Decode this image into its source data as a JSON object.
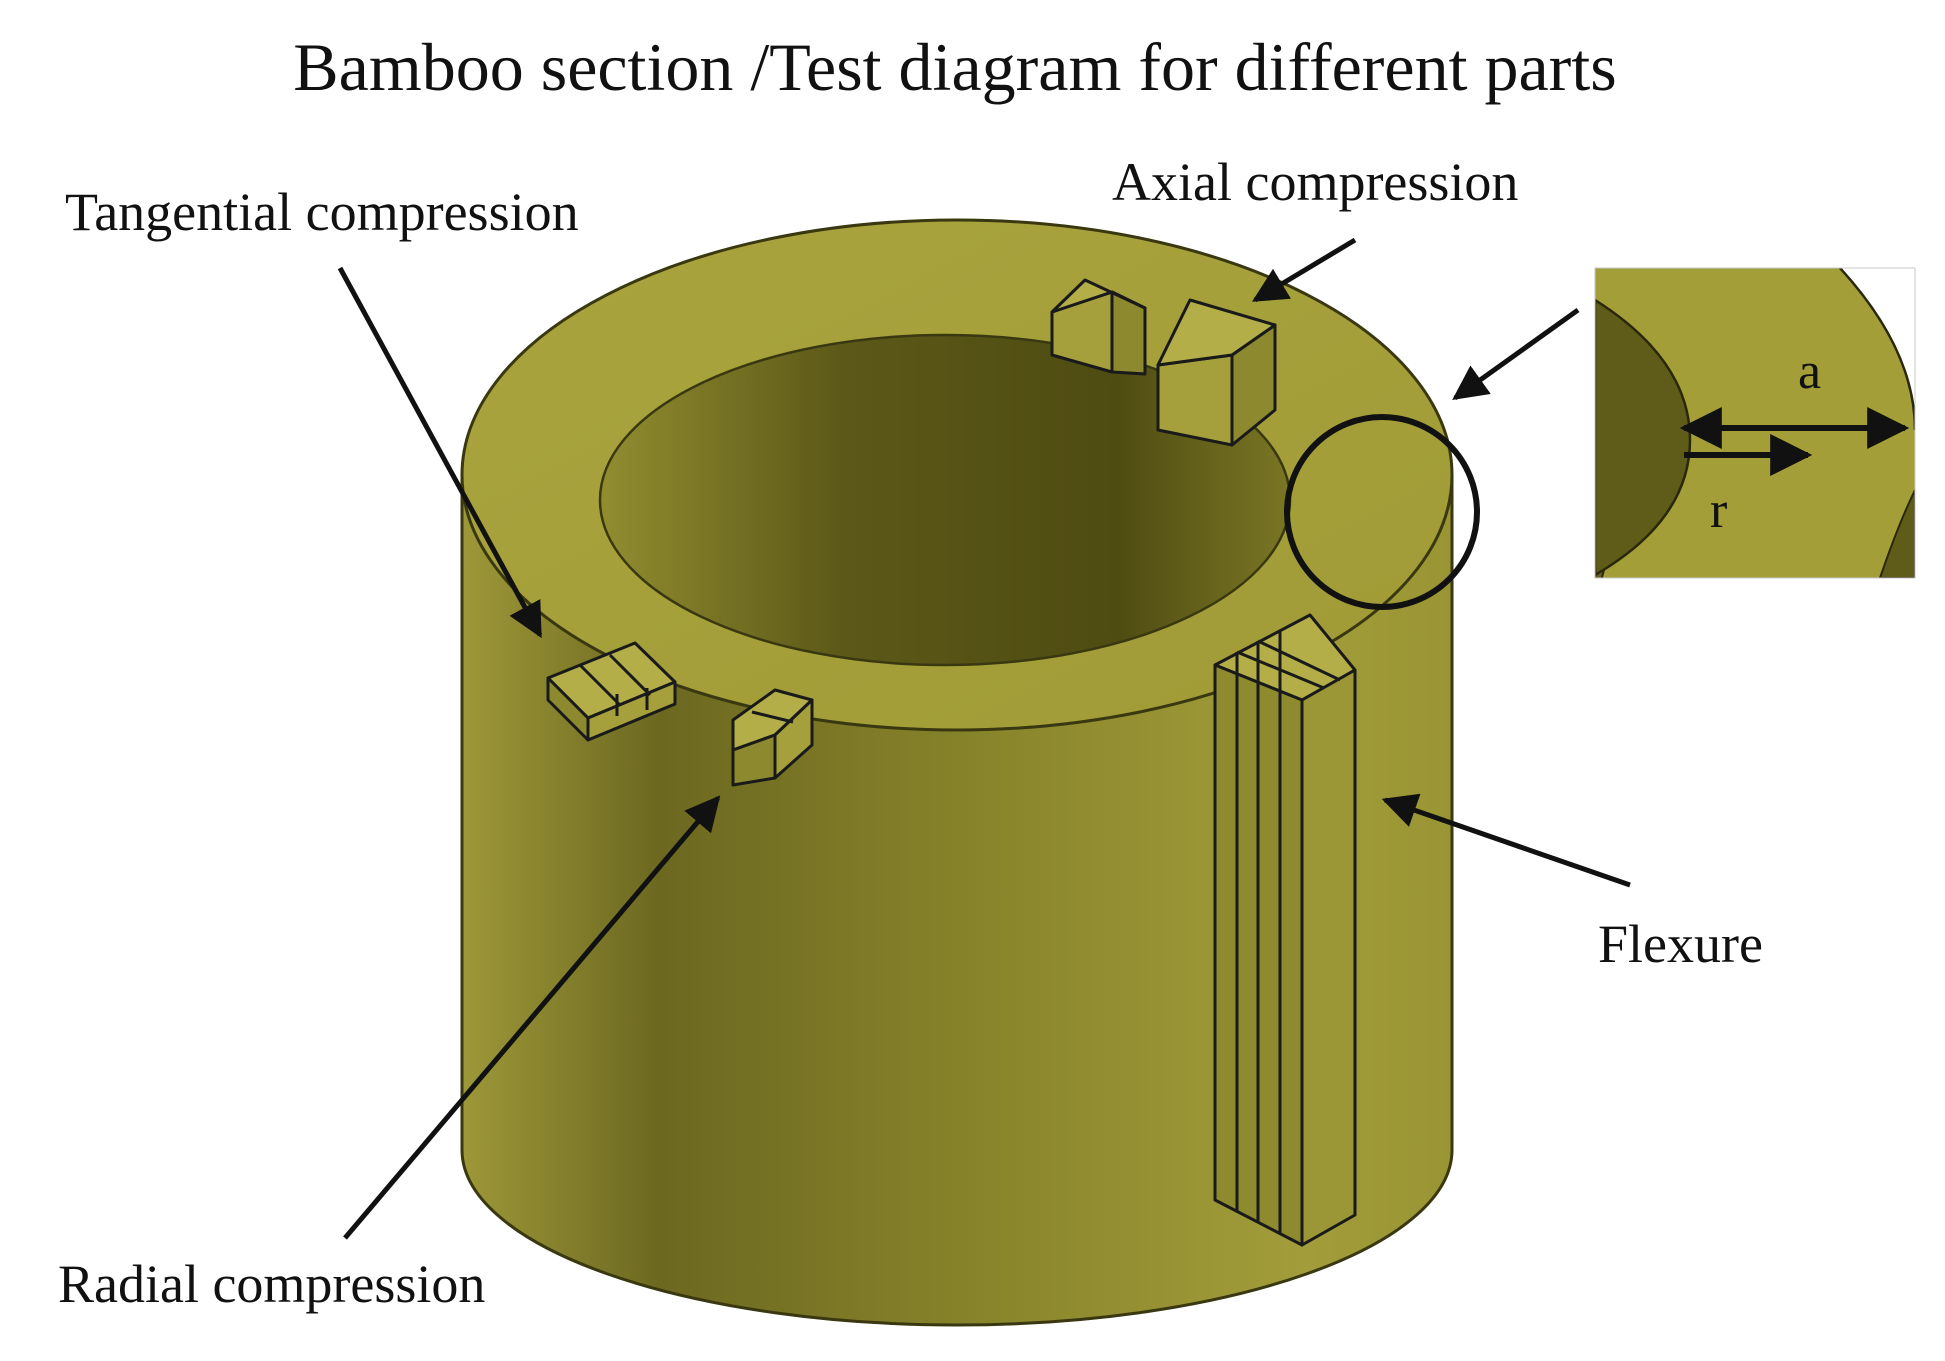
{
  "title": "Bamboo section /Test diagram for different parts",
  "labels": {
    "tangential": "Tangential compression",
    "axial": "Axial compression",
    "radial": "Radial compression",
    "flexure": "Flexure"
  },
  "inset": {
    "outer_var": "a",
    "inner_var": "r"
  },
  "colors": {
    "bamboo_light": "#a7a23c",
    "bamboo_mid": "#8e8a2e",
    "bamboo_dark": "#5e5a1a",
    "outline": "#1a1a1a"
  }
}
